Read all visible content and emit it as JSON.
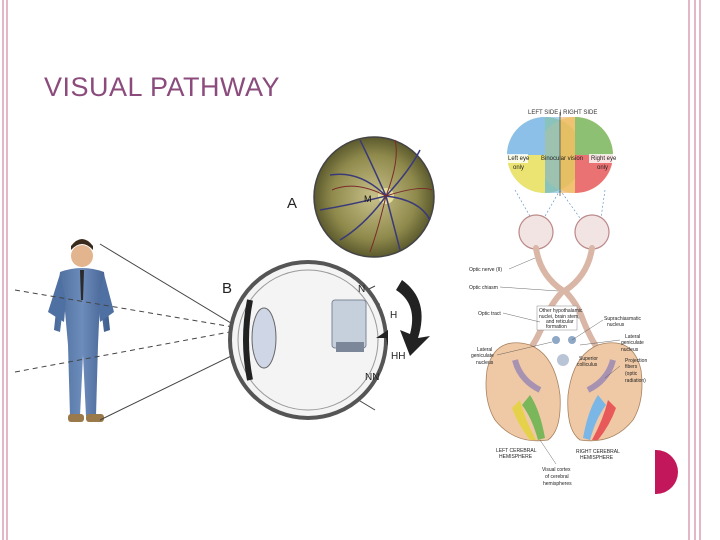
{
  "slide": {
    "title": "VISUAL PATHWAY"
  },
  "eye_diagram": {
    "labels": {
      "a": "A",
      "b": "B",
      "n": "N",
      "h": "H",
      "hh": "HH",
      "nn": "NN",
      "fundus_m": "M"
    }
  },
  "pathway_diagram": {
    "header": "LEFT SIDE | RIGHT SIDE",
    "fields": {
      "left_eye": "Left eye",
      "left_eye_sub": "only",
      "binocular": "Binocular vision",
      "right_eye": "Right eye",
      "right_eye_sub": "only"
    },
    "labels": {
      "optic_nerve": "Optic nerve (II)",
      "optic_chiasm": "Optic chiasm",
      "optic_tract": "Optic tract",
      "other_line1": "Other hypothalamic",
      "other_line2": "nuclei, brain stem,",
      "other_line3": "and reticular",
      "other_line4": "formation",
      "suprachiasmatic_1": "Suprachiasmatic",
      "suprachiasmatic_2": "nucleus",
      "lgn_left_1": "Lateral",
      "lgn_left_2": "geniculate",
      "lgn_left_3": "nucleus",
      "superior_1": "Superior",
      "superior_2": "colliculus",
      "lgn_right_1": "Lateral",
      "lgn_right_2": "geniculate",
      "lgn_right_3": "nucleus",
      "proj_1": "Projection",
      "proj_2": "fibers",
      "proj_3": "(optic",
      "proj_4": "radiation)",
      "left_hem_1": "LEFT CEREBRAL",
      "left_hem_2": "HEMISPHERE",
      "right_hem_1": "RIGHT CEREBRAL",
      "right_hem_2": "HEMISPHERE",
      "visual_cortex_1": "Visual cortex",
      "visual_cortex_2": "of cerebral",
      "visual_cortex_3": "hemispheres"
    }
  },
  "colors": {
    "title": "#8b4b7c",
    "border": "#e4b7c8",
    "accent": "#c2185b"
  }
}
